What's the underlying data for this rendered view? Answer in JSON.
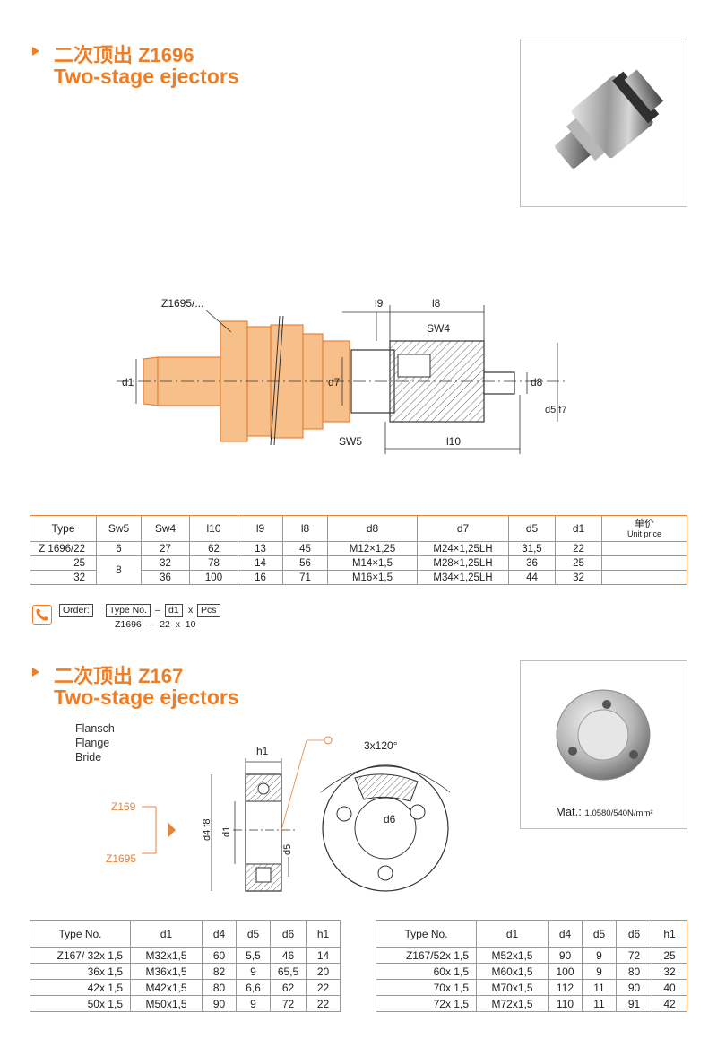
{
  "section1": {
    "title_cn": "二次顶出 Z1696",
    "title_en": "Two-stage ejectors"
  },
  "diagram1": {
    "callout_label": "Z1695/...",
    "dim_l9": "l9",
    "dim_l8": "l8",
    "dim_sw4": "SW4",
    "dim_sw5": "SW5",
    "dim_l10": "l10",
    "dim_d1": "d1",
    "dim_d7": "d7",
    "dim_d8": "d8",
    "dim_d5": "d5 f7"
  },
  "table1": {
    "headers": [
      "Type",
      "Sw5",
      "Sw4",
      "l10",
      "l9",
      "l8",
      "d8",
      "d7",
      "d5",
      "d1"
    ],
    "unit_price_cn": "单价",
    "unit_price_en": "Unit price",
    "rows": [
      {
        "type": "Z 1696/22",
        "sw5": "6",
        "sw4": "27",
        "l10": "62",
        "l9": "13",
        "l8": "45",
        "d8": "M12×1,25",
        "d7": "M24×1,25LH",
        "d5": "31,5",
        "d1": "22",
        "price": ""
      },
      {
        "type": "25",
        "sw5": "8",
        "sw4": "32",
        "l10": "78",
        "l9": "14",
        "l8": "56",
        "d8": "M14×1,5",
        "d7": "M28×1,25LH",
        "d5": "36",
        "d1": "25",
        "price": ""
      },
      {
        "type": "32",
        "sw5": "",
        "sw4": "36",
        "l10": "100",
        "l9": "16",
        "l8": "71",
        "d8": "M16×1,5",
        "d7": "M34×1,25LH",
        "d5": "44",
        "d1": "32",
        "price": ""
      }
    ]
  },
  "order": {
    "order_label": "Order:",
    "type_no_label": "Type No.",
    "dash": "–",
    "d1_label": "d1",
    "x": "x",
    "pcs_label": "Pcs",
    "example": "Z1696   –  22  x  10"
  },
  "section2": {
    "title_cn": "二次顶出 Z167",
    "title_en": "Two-stage ejectors",
    "flange_lines": [
      "Flansch",
      "Flange",
      "Bride"
    ],
    "ref_top": "Z169",
    "ref_bottom": "Z1695",
    "dim_h1": "h1",
    "dim_3x120": "3x120°",
    "dim_d4": "d4 f8",
    "dim_d1": "d1",
    "dim_d5": "d5",
    "dim_d6": "d6",
    "material_prefix": "Mat.: ",
    "material_value": "1.0580/540N/mm²"
  },
  "table2": {
    "headers": [
      "Type No.",
      "d1",
      "d4",
      "d5",
      "d6",
      "h1"
    ],
    "rows": [
      {
        "type": "Z167/ 32x 1,5",
        "d1": "M32x1,5",
        "d4": "60",
        "d5": "5,5",
        "d6": "46",
        "h1": "14"
      },
      {
        "type": "36x 1,5",
        "d1": "M36x1,5",
        "d4": "82",
        "d5": "9",
        "d6": "65,5",
        "h1": "20"
      },
      {
        "type": "42x 1,5",
        "d1": "M42x1,5",
        "d4": "80",
        "d5": "6,6",
        "d6": "62",
        "h1": "22"
      },
      {
        "type": "50x 1,5",
        "d1": "M50x1,5",
        "d4": "90",
        "d5": "9",
        "d6": "72",
        "h1": "22"
      }
    ]
  },
  "table3": {
    "headers": [
      "Type No.",
      "d1",
      "d4",
      "d5",
      "d6",
      "h1"
    ],
    "rows": [
      {
        "type": "Z167/52x 1,5",
        "d1": "M52x1,5",
        "d4": "90",
        "d5": "9",
        "d6": "72",
        "h1": "25"
      },
      {
        "type": "60x 1,5",
        "d1": "M60x1,5",
        "d4": "100",
        "d5": "9",
        "d6": "80",
        "h1": "32"
      },
      {
        "type": "70x 1,5",
        "d1": "M70x1,5",
        "d4": "112",
        "d5": "11",
        "d6": "90",
        "h1": "40"
      },
      {
        "type": "72x 1,5",
        "d1": "M72x1,5",
        "d4": "110",
        "d5": "11",
        "d6": "91",
        "h1": "42"
      }
    ]
  },
  "colors": {
    "accent": "#f07d23",
    "part_fill": "#f7c08a",
    "border": "#e8833a"
  }
}
